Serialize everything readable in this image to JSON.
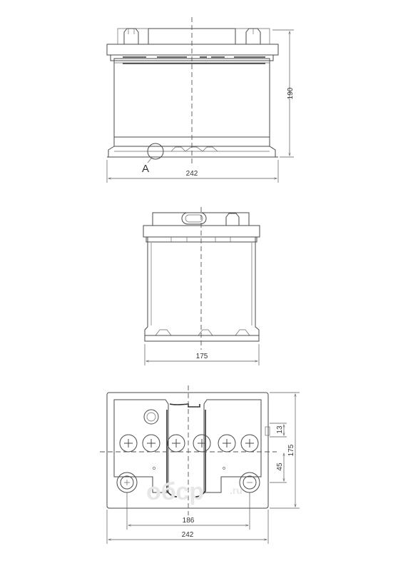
{
  "front_view": {
    "width_dim": "242",
    "height_dim": "190",
    "detail_label": "A"
  },
  "side_view": {
    "width_dim": "175"
  },
  "top_view": {
    "terminal_spacing_dim": "186",
    "width_dim": "242",
    "depth_dim": "175",
    "offset_dim_13": "13",
    "offset_dim_45": "45"
  },
  "watermark": {
    "text": "oбсp",
    "suffix": ".ru"
  }
}
